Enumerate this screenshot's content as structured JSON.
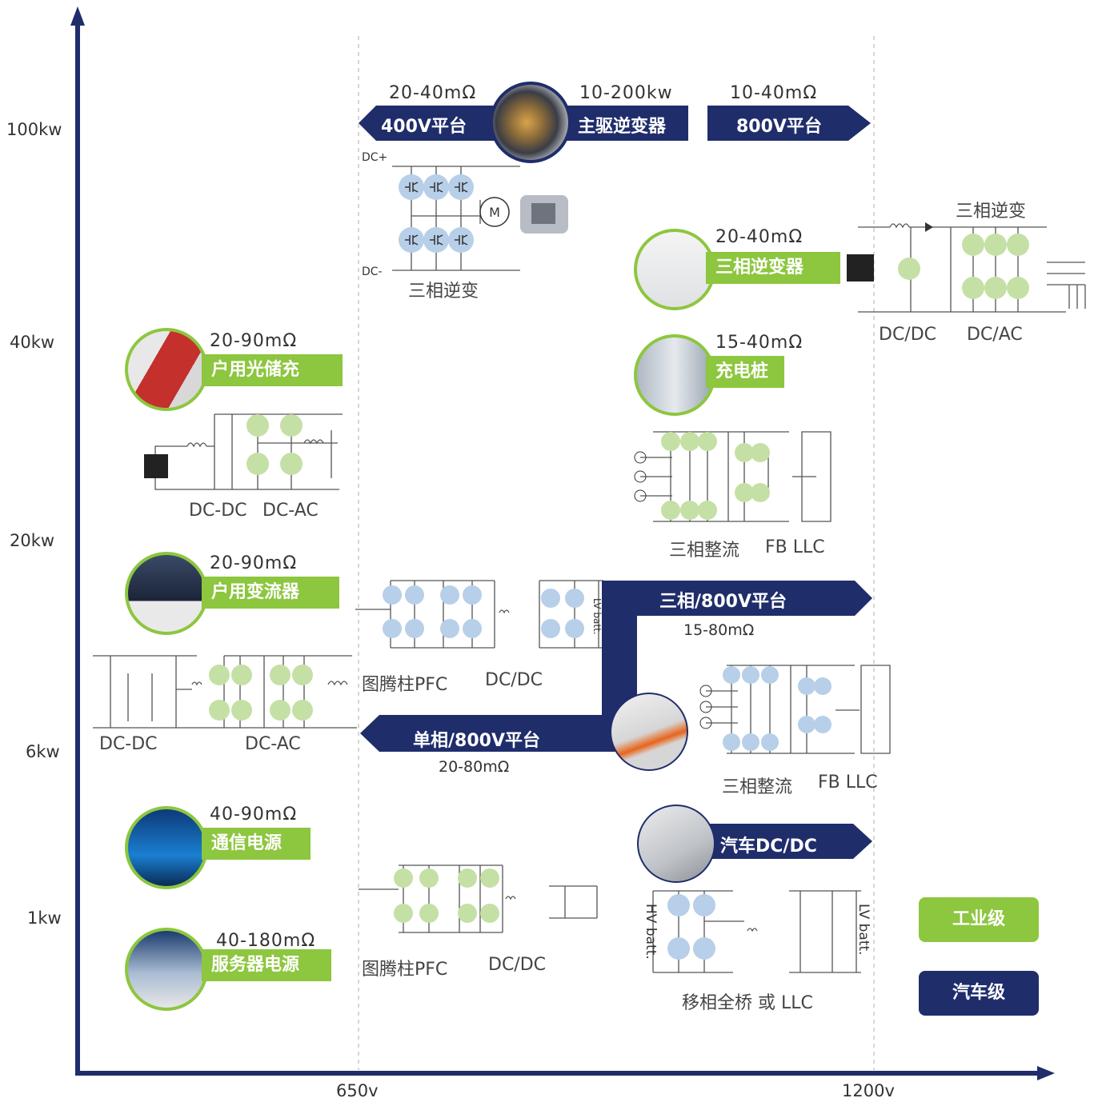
{
  "axes": {
    "y_ticks": [
      "100kw",
      "40kw",
      "20kw",
      "6kw",
      "1kw"
    ],
    "x_ticks": [
      "650v",
      "1200v"
    ]
  },
  "platforms": {
    "p400": {
      "ohm": "20-40mΩ",
      "label": "400V平台"
    },
    "main": {
      "ohm": "10-200kw",
      "label": "主驱逆变器"
    },
    "p800": {
      "ohm": "10-40mΩ",
      "label": "800V平台"
    },
    "three_phase_800": {
      "label": "三相/800V平台",
      "ohm": "15-80mΩ"
    },
    "single_phase_800": {
      "label": "单相/800V平台",
      "ohm": "20-80mΩ"
    },
    "auto_dcdc": {
      "label": "汽车DC/DC"
    }
  },
  "apps": {
    "pv_storage": {
      "ohm": "20-90mΩ",
      "label": "户用光储充"
    },
    "home_inverter": {
      "ohm": "20-90mΩ",
      "label": "户用变流器"
    },
    "telecom": {
      "ohm": "40-90mΩ",
      "label": "通信电源"
    },
    "server": {
      "ohm": "40-180mΩ",
      "label": "服务器电源"
    },
    "three_phase_inv": {
      "ohm": "20-40mΩ",
      "label": "三相逆变器"
    },
    "charger": {
      "ohm": "15-40mΩ",
      "label": "充电桩"
    }
  },
  "captions": {
    "traction": "三相逆变",
    "dc_plus": "DC+",
    "dc_minus": "DC-",
    "motor": "M",
    "pv_dcdc": "DC-DC",
    "pv_dcac": "DC-AC",
    "inv3_title": "三相逆变",
    "inv3_dcdc": "DC/DC",
    "inv3_dcac": "DC/AC",
    "chg_rect": "三相整流",
    "chg_llc": "FB LLC",
    "obc_pfc": "图腾柱PFC",
    "obc_dcdc": "DC/DC",
    "lv_batt_obc": "LV batt.",
    "home_dcdc": "DC-DC",
    "home_dcac": "DC-AC",
    "obc3_rect": "三相整流",
    "obc3_llc": "FB LLC",
    "srv_pfc": "图腾柱PFC",
    "srv_dcdc": "DC/DC",
    "auto_topo": "移相全桥 或 LLC",
    "hv_batt": "HV batt.",
    "lv_batt": "LV batt."
  },
  "legend": {
    "industrial": {
      "label": "工业级",
      "color": "#8dc63f"
    },
    "automotive": {
      "label": "汽车级",
      "color": "#1f2d6b"
    }
  },
  "colors": {
    "navy": "#1f2d6b",
    "green": "#8dc63f",
    "blue_bubble": "#b7cfe8",
    "green_bubble": "#c5e0a5"
  }
}
